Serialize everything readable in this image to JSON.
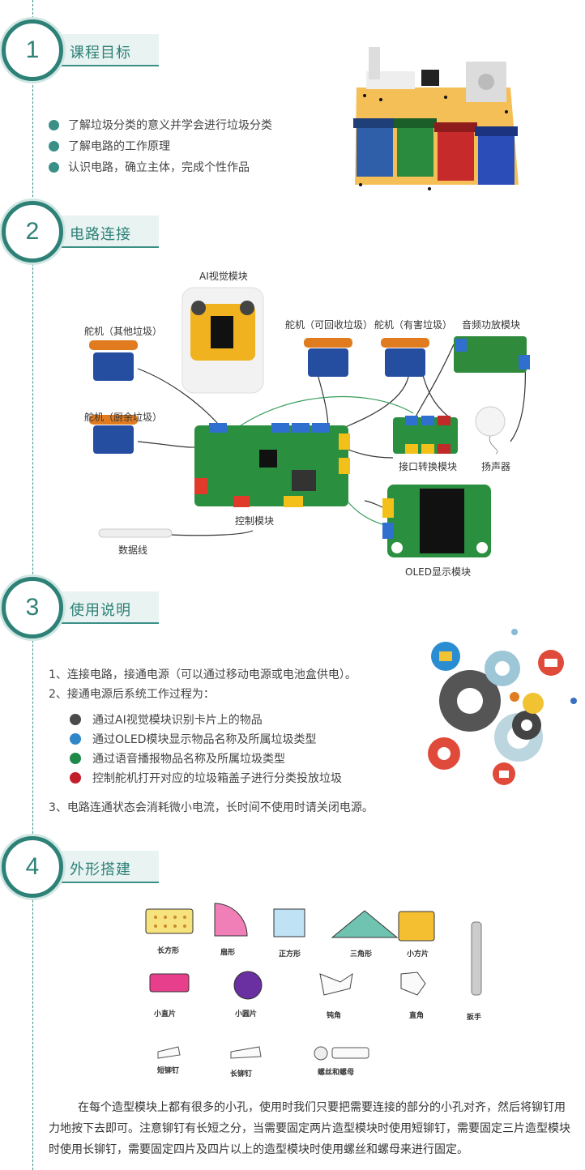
{
  "sections": {
    "s1": {
      "number": "1",
      "title": "课程目标"
    },
    "s2": {
      "number": "2",
      "title": "电路连接"
    },
    "s3": {
      "number": "3",
      "title": "使用说明"
    },
    "s4": {
      "number": "4",
      "title": "外形搭建"
    }
  },
  "goals": [
    "了解垃圾分类的意义并学会进行垃圾分类",
    "了解电路的工作原理",
    "认识电路，确立主体，完成个性作品"
  ],
  "circuit": {
    "ai_module": "AI视觉模块",
    "servo_other": "舵机（其他垃圾）",
    "servo_recycle": "舵机（可回收垃圾）",
    "servo_harmful": "舵机（有害垃圾）",
    "audio_amp": "音频功放模块",
    "servo_kitchen": "舵机（厨余垃圾）",
    "interface": "接口转换模块",
    "speaker": "扬声器",
    "controller": "控制模块",
    "cable": "数据线",
    "oled": "OLED显示模块"
  },
  "usage": {
    "line1": "1、连接电路，接通电源（可以通过移动电源或电池盒供电）。",
    "line2": "2、接通电源后系统工作过程为：",
    "steps": [
      {
        "text": "通过AI视觉模块识别卡片上的物品",
        "color": "#4a4a4a"
      },
      {
        "text": "通过OLED模块显示物品名称及所属垃圾类型",
        "color": "#2f86c8"
      },
      {
        "text": "通过语音播报物品名称及所属垃圾类型",
        "color": "#1e8a4a"
      },
      {
        "text": "控制舵机打开对应的垃圾箱盖子进行分类投放垃圾",
        "color": "#c21f2a"
      }
    ],
    "line3": "3、电路连通状态会消耗微小电流，长时间不使用时请关闭电源。"
  },
  "parts": {
    "rect": "长方形",
    "sector": "扇形",
    "square": "正方形",
    "triangle": "三角形",
    "small_square": "小方片",
    "small_strip": "小直片",
    "small_disc": "小圆片",
    "obtuse": "钝角",
    "right": "直角",
    "wrench": "扳手",
    "short_rivet": "短铆钉",
    "long_rivet": "长铆钉",
    "bolt_nut": "螺丝和螺母"
  },
  "paragraph": "在每个造型模块上都有很多的小孔，使用时我们只要把需要连接的部分的小孔对齐，然后将铆钉用力地按下去即可。注意铆钉有长短之分，当需要固定两片造型模块时使用短铆钉，需要固定三片造型模块时使用长铆钉，需要固定四片及四片以上的造型模块时使用螺丝和螺母来进行固定。"
}
